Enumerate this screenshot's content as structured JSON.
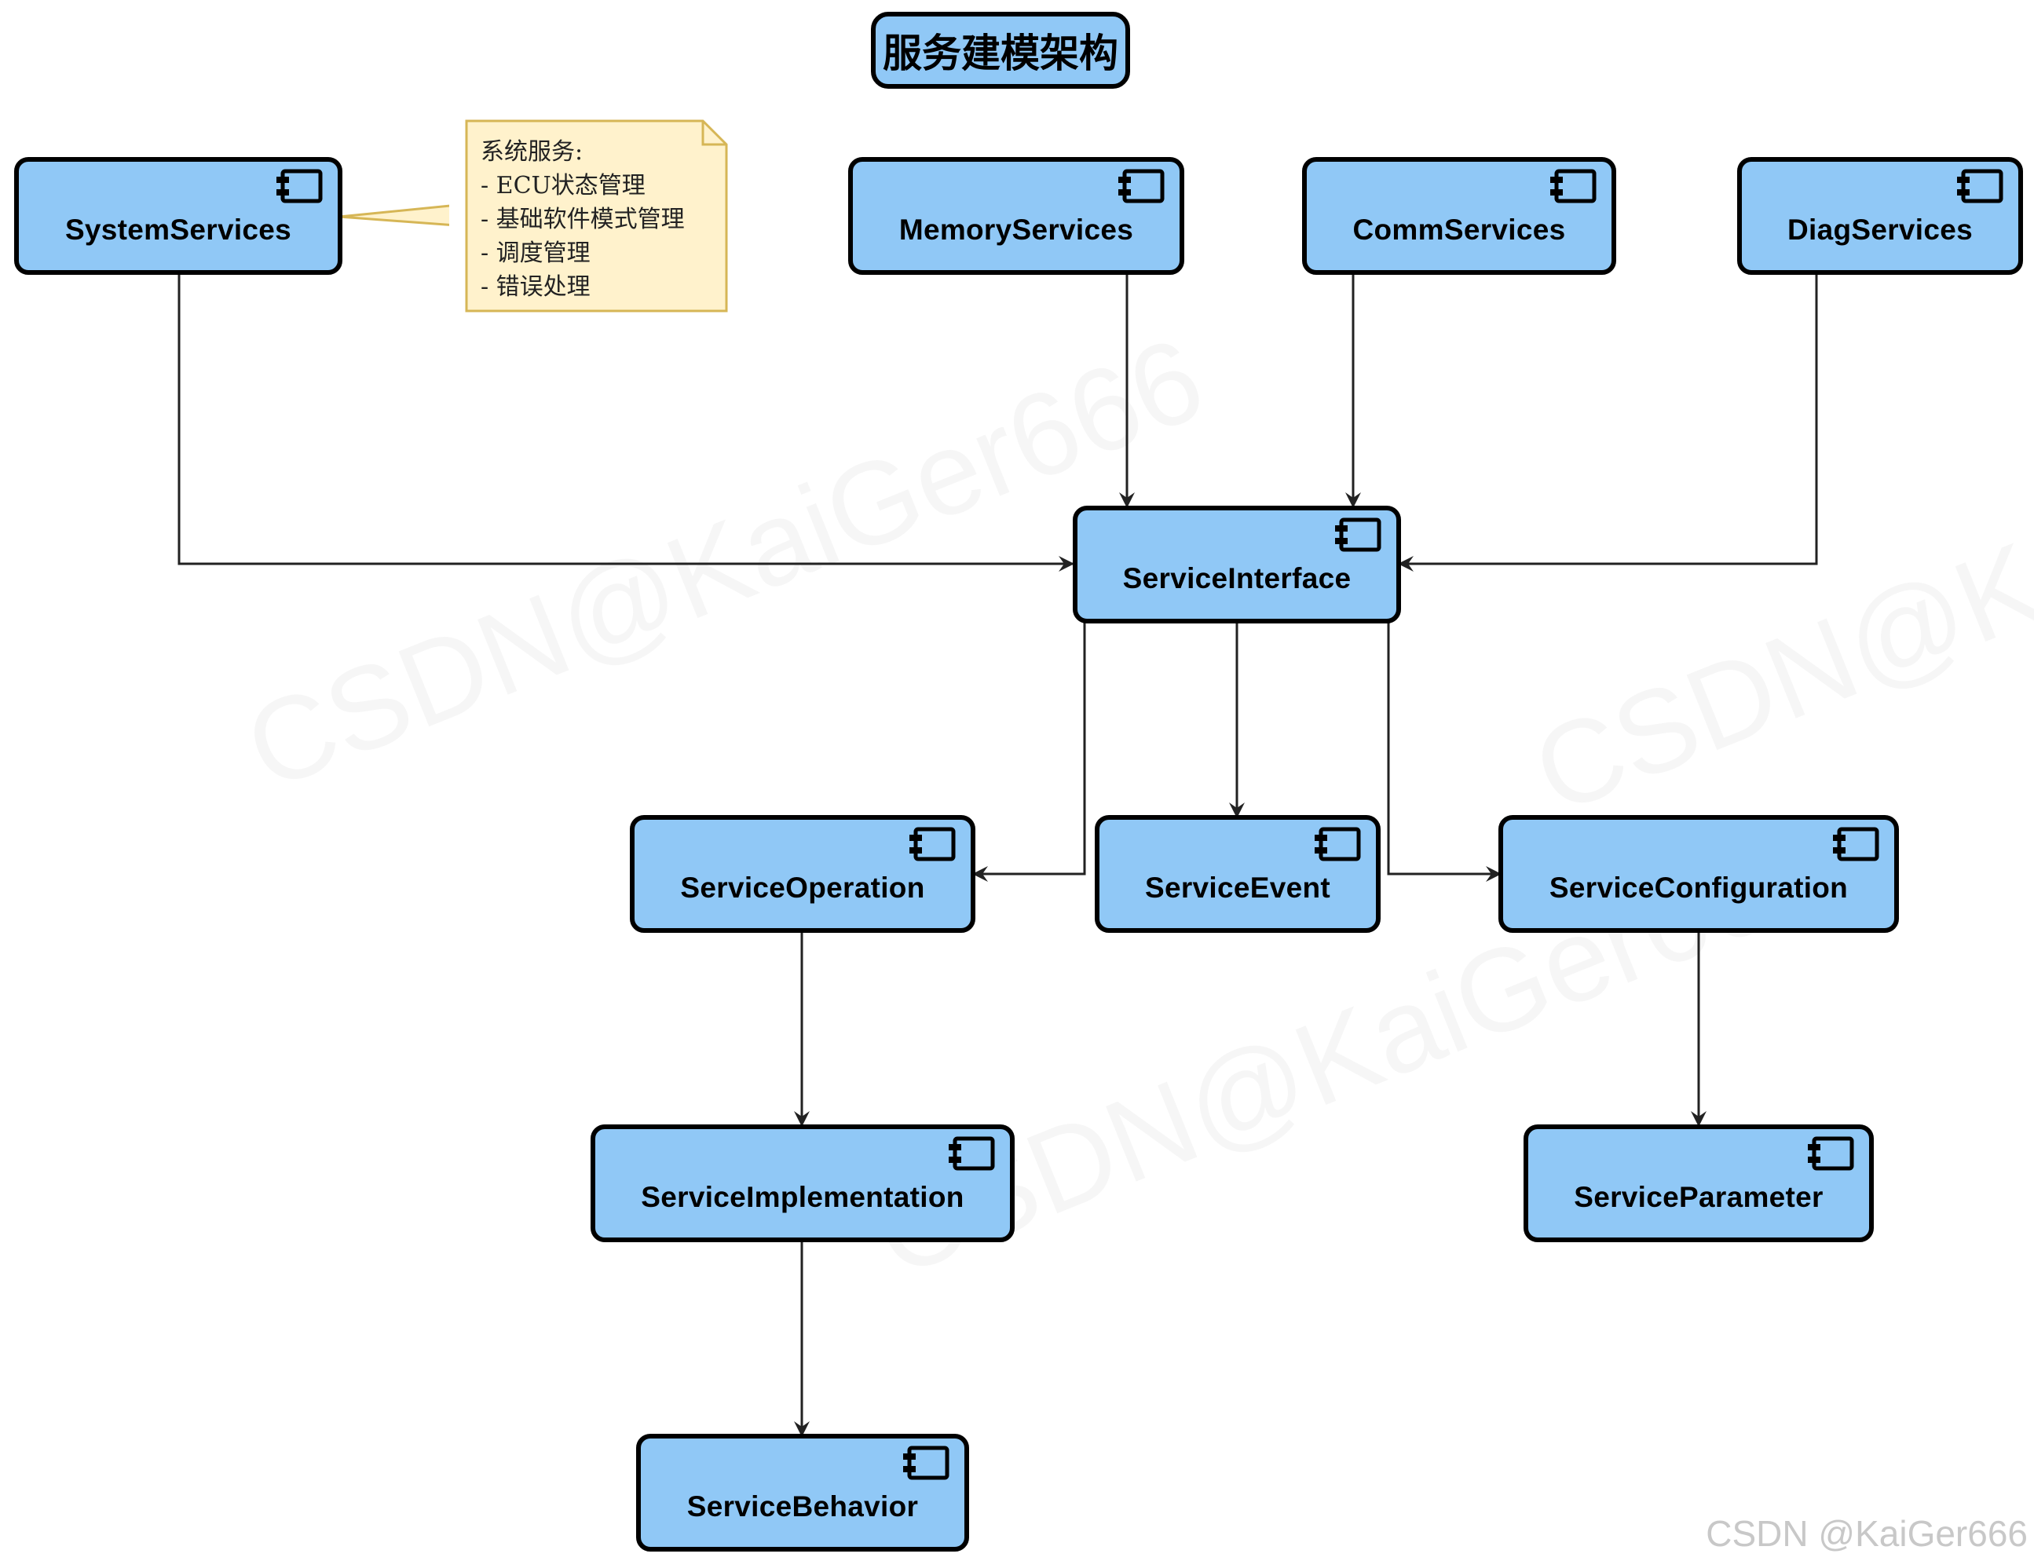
{
  "title": "服务建模架构",
  "nodes": {
    "system_services": "SystemServices",
    "memory_services": "MemoryServices",
    "comm_services": "CommServices",
    "diag_services": "DiagServices",
    "service_interface": "ServiceInterface",
    "service_operation": "ServiceOperation",
    "service_event": "ServiceEvent",
    "service_configuration": "ServiceConfiguration",
    "service_implementation": "ServiceImplementation",
    "service_parameter": "ServiceParameter",
    "service_behavior": "ServiceBehavior"
  },
  "note": {
    "lines": [
      "系统服务:",
      "- ECU状态管理",
      "- 基础软件模式管理",
      "- 调度管理",
      "- 错误处理"
    ]
  },
  "watermark": "CSDN@KaiGer666",
  "footer_watermark": "CSDN @KaiGer666",
  "colors": {
    "node_fill": "#90c8f6",
    "node_border": "#000000",
    "note_fill": "#fff2cc",
    "note_border": "#d6b656"
  },
  "icons": {
    "component": "component-icon"
  }
}
